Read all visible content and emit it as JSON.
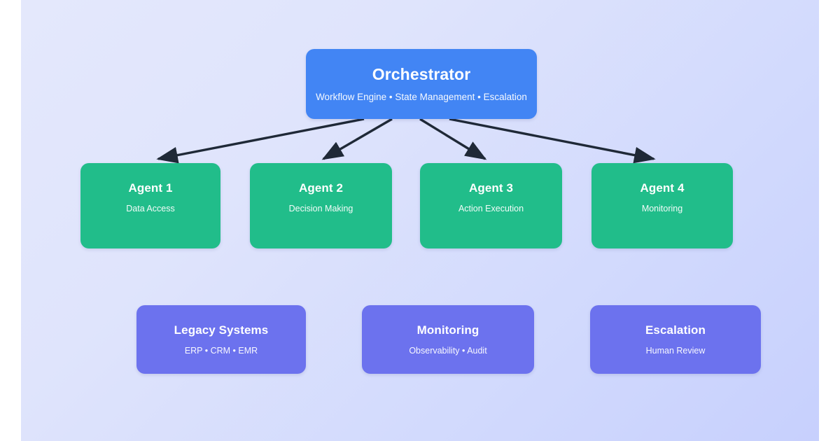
{
  "canvas": {
    "background_from": "#e4e8fc",
    "background_to": "#c7d0fd",
    "page_background": "#ffffff"
  },
  "colors": {
    "orchestrator": "#4285f4",
    "agent": "#21bd8a",
    "support": "#6c72ee",
    "arrow": "#1f2937",
    "text": "#ffffff"
  },
  "orchestrator": {
    "title": "Orchestrator",
    "subtitle": "Workflow Engine • State Management • Escalation"
  },
  "agents": [
    {
      "title": "Agent 1",
      "subtitle": "Data Access"
    },
    {
      "title": "Agent 2",
      "subtitle": "Decision Making"
    },
    {
      "title": "Agent 3",
      "subtitle": "Action Execution"
    },
    {
      "title": "Agent 4",
      "subtitle": "Monitoring"
    }
  ],
  "support": [
    {
      "title": "Legacy Systems",
      "subtitle": "ERP • CRM • EMR"
    },
    {
      "title": "Monitoring",
      "subtitle": "Observability • Audit"
    },
    {
      "title": "Escalation",
      "subtitle": "Human Review"
    }
  ],
  "connections": [
    {
      "from": "orchestrator",
      "to": "agent-1"
    },
    {
      "from": "orchestrator",
      "to": "agent-2"
    },
    {
      "from": "orchestrator",
      "to": "agent-3"
    },
    {
      "from": "orchestrator",
      "to": "agent-4"
    }
  ]
}
